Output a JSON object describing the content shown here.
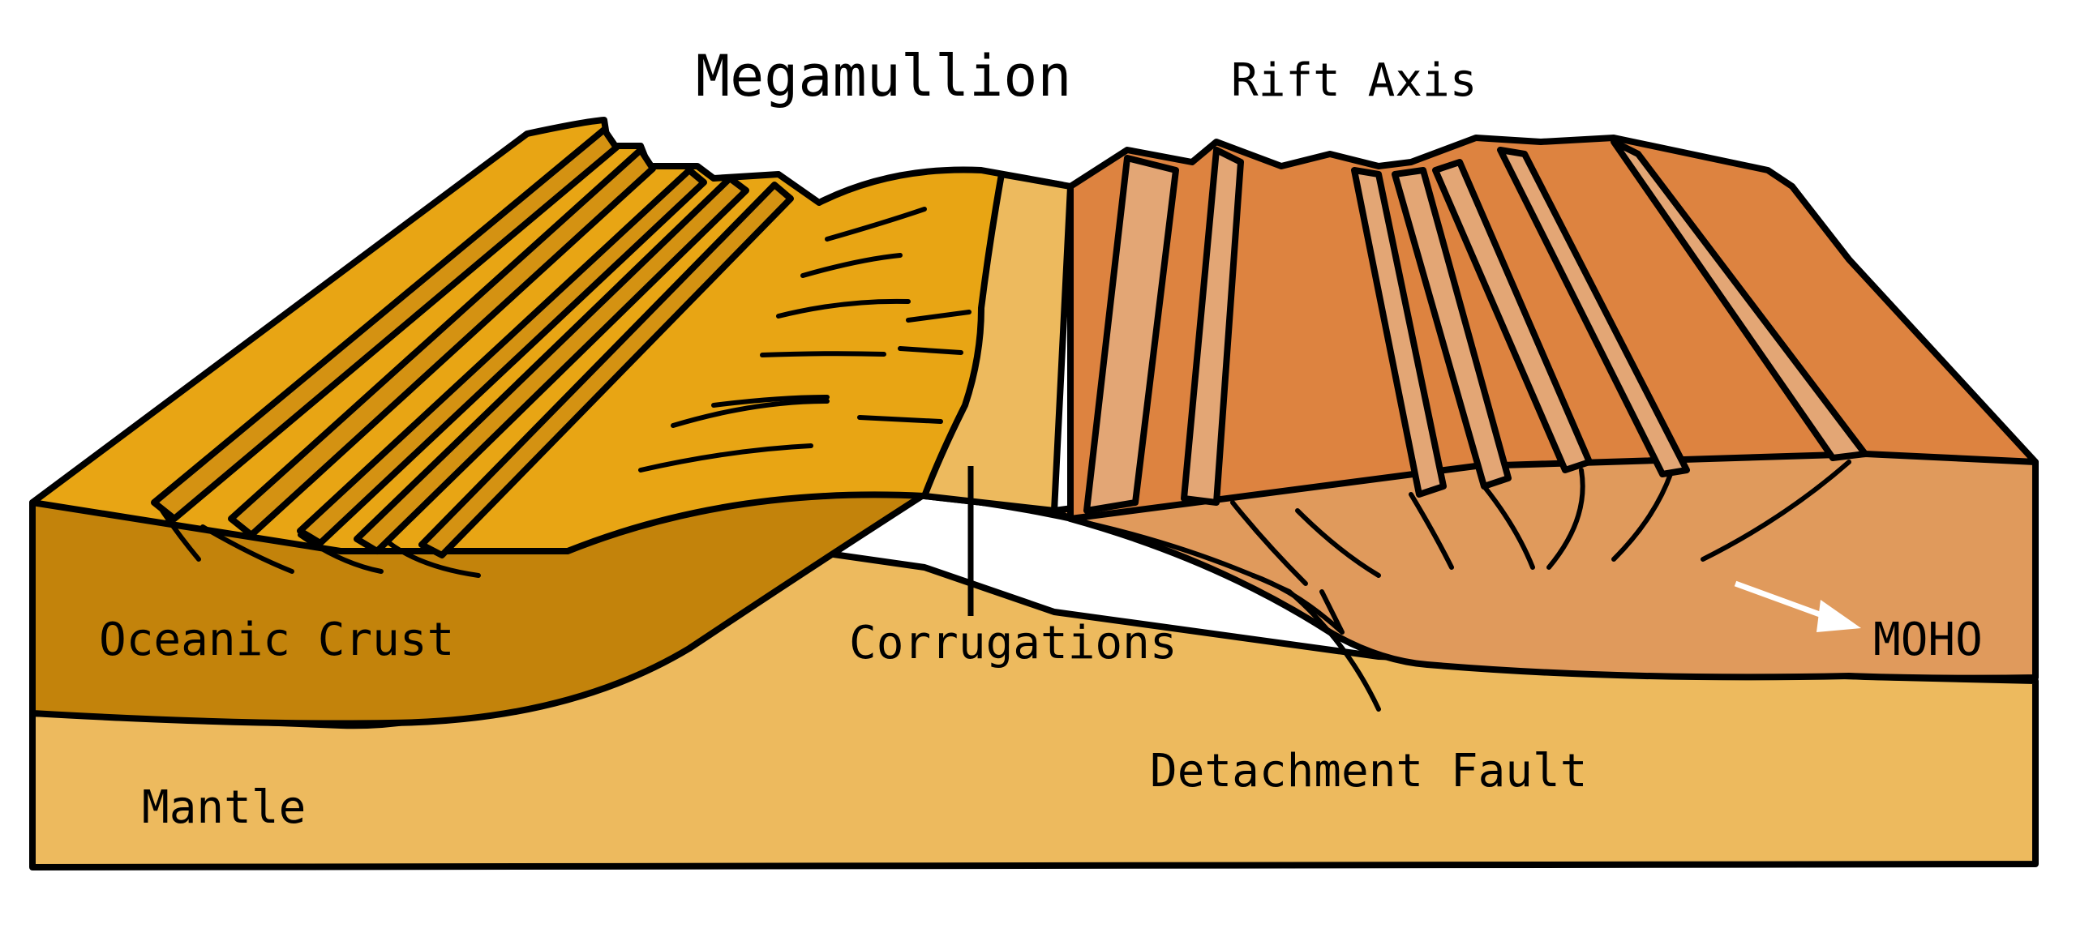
{
  "diagram": {
    "title": "Megamullion",
    "labels": {
      "rift_axis": "Rift Axis",
      "oceanic_crust": "Oceanic Crust",
      "corrugations": "Corrugations",
      "moho": "MOHO",
      "detachment_fault": "Detachment Fault",
      "mantle": "Mantle"
    },
    "colors": {
      "crust_top": "#e8a514",
      "crust_top_dark": "#d49212",
      "crust_side": "#c3830b",
      "mantle": "#edba5e",
      "ridge_block": "#dd8340",
      "ridge_block_light": "#e3a675",
      "ridge_side": "#e09a5c",
      "outline": "#000000",
      "moho_arrow": "#ffffff"
    }
  }
}
